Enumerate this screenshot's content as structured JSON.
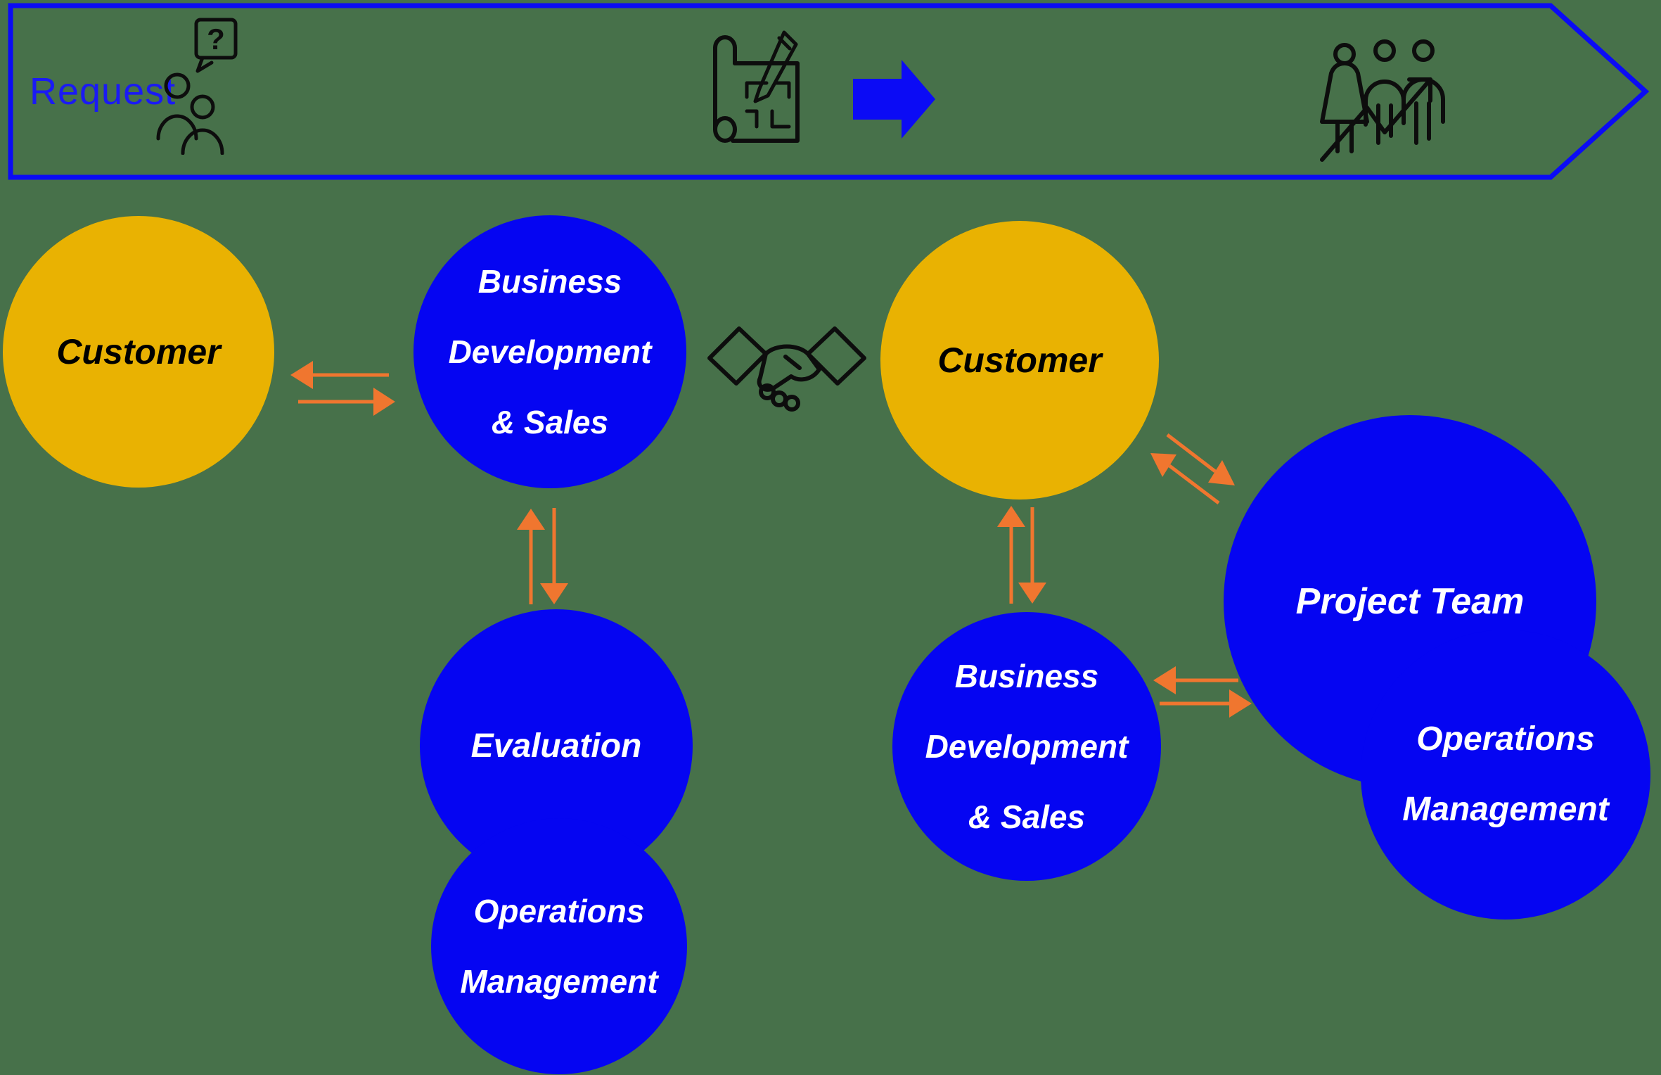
{
  "colors": {
    "background": "#47714A",
    "banner_border": "#0B0BF5",
    "banner_label": "#1A1AF5",
    "block_arrow": "#0B0BF5",
    "node_blue": "#0505F2",
    "node_gold": "#E9B202",
    "arrow_orange": "#F0762F",
    "icon_black": "#0D0D0D",
    "text_white": "#FFFFFF",
    "text_black": "#000000"
  },
  "banner": {
    "label": "Request",
    "question_mark": "?",
    "icons": [
      {
        "name": "customers-question-icon"
      },
      {
        "name": "blueprint-plan-icon"
      },
      {
        "name": "forward-block-arrow-icon"
      },
      {
        "name": "team-growth-icon"
      }
    ]
  },
  "connector_icon": {
    "name": "handshake-icon"
  },
  "nodes": {
    "customer_left": {
      "label": "Customer"
    },
    "bd_sales_left": {
      "lines": [
        "Business",
        "Development",
        "& Sales"
      ]
    },
    "evaluation": {
      "label": "Evaluation"
    },
    "operations_left": {
      "lines": [
        "Operations",
        "Management"
      ]
    },
    "customer_right": {
      "label": "Customer"
    },
    "project_team": {
      "label": "Project Team"
    },
    "bd_sales_right": {
      "lines": [
        "Business",
        "Development",
        "& Sales"
      ]
    },
    "operations_right": {
      "lines": [
        "Operations",
        "Management"
      ]
    }
  }
}
